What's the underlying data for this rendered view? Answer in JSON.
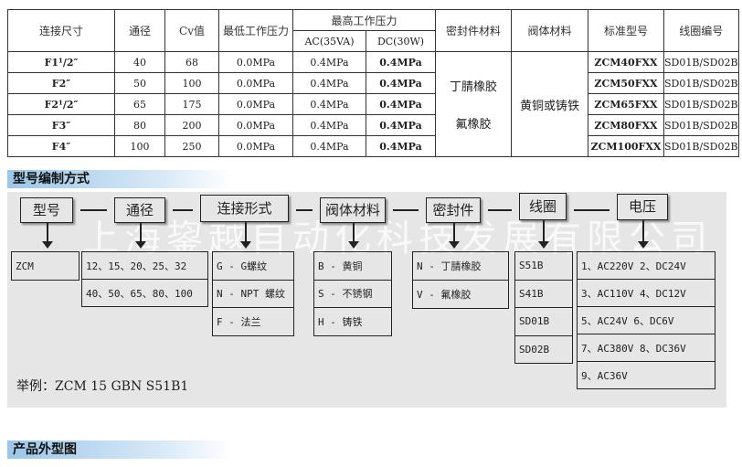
{
  "table": {
    "headers": {
      "size": "连接尺寸",
      "bore": "通径",
      "cv": "Cv值",
      "min_pressure": "最低工作压力",
      "max_pressure": "最高工作压力",
      "ac": "AC(35VA)",
      "dc": "DC(30W)",
      "seal": "密封件材料",
      "body": "阀体材料",
      "model": "标准型号",
      "coil": "线圈编号"
    },
    "rows": [
      {
        "size": "F1¹/2″",
        "bore": "40",
        "cv": "68",
        "min": "0.0MPa",
        "ac": "0.4MPa",
        "dc": "0.4MPa",
        "model": "ZCM40FXX",
        "coil": "SD01B/SD02B"
      },
      {
        "size": "F2″",
        "bore": "50",
        "cv": "100",
        "min": "0.0MPa",
        "ac": "0.4MPa",
        "dc": "0.4MPa",
        "model": "ZCM50FXX",
        "coil": "SD01B/SD02B"
      },
      {
        "size": "F2¹/2″",
        "bore": "65",
        "cv": "175",
        "min": "0.0MPa",
        "ac": "0.4MPa",
        "dc": "0.4MPa",
        "model": "ZCM65FXX",
        "coil": "SD01B/SD02B"
      },
      {
        "size": "F3″",
        "bore": "80",
        "cv": "200",
        "min": "0.0MPa",
        "ac": "0.4MPa",
        "dc": "0.4MPa",
        "model": "ZCM80FXX",
        "coil": "SD01B/SD02B"
      },
      {
        "size": "F4″",
        "bore": "100",
        "cv": "250",
        "min": "0.0MPa",
        "ac": "0.4MPa",
        "dc": "0.4MPa",
        "model": "ZCM100FXX",
        "coil": "SD01B/SD02B"
      }
    ],
    "seal_values": [
      "丁腈橡胶",
      "氟橡胶"
    ],
    "body_value": "黄铜或铸铁"
  },
  "coding": {
    "title": "型号编制方式",
    "watermark": "上海鋆越自动化科技发展有限公司",
    "heads": [
      "型号",
      "通径",
      "连接形式",
      "阀体材料",
      "密封件",
      "线圈",
      "电压"
    ],
    "model": [
      "ZCM"
    ],
    "bore": [
      "12、15、20、25、32",
      "40、50、65、80、100"
    ],
    "connection": [
      "G -  G螺纹",
      "N - NPT 螺纹",
      "F - 法兰"
    ],
    "body": [
      "B - 黄铜",
      "S - 不锈钢",
      "H - 铸铁"
    ],
    "seal": [
      "N - 丁腈橡胶",
      "V - 氟橡胶"
    ],
    "coil": [
      "S51B",
      "S41B",
      "SD01B",
      "SD02B"
    ],
    "voltage": [
      "1、AC220V  2、DC24V",
      "3、AC110V 4、DC12V",
      "5、AC24V 6、DC6V",
      "7、AC380V 8、DC36V",
      "9、AC36V"
    ],
    "example": "举例：ZCM 15 GBN S51B1"
  },
  "appearance": {
    "title": "产品外型图"
  }
}
